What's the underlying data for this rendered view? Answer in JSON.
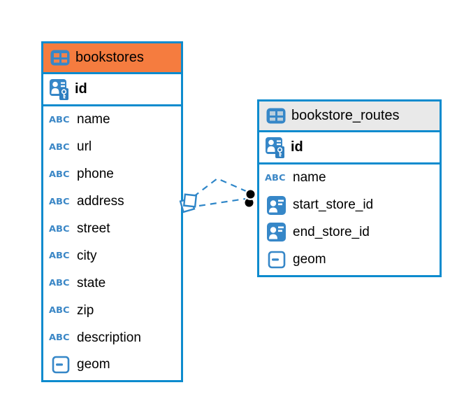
{
  "diagram_type": "database-er-diagram",
  "colors": {
    "table_border_blue": "#0d8bce",
    "bookstores_header_orange": "#f57c3f",
    "routes_header_gray": "#e9e9e9",
    "icon_blue": "#3687c8",
    "relation_line_blue": "#2e86c8",
    "relation_dot_black": "#000000",
    "text": "#000000"
  },
  "icons": {
    "table": "table-icon",
    "primary_key": "id-key-icon",
    "text_column": "abc-icon",
    "text_label": "ABC",
    "reference_column": "person-card-icon",
    "object_column": "object-icon"
  },
  "tables": [
    {
      "name": "bookstores",
      "pk": {
        "name": "id"
      },
      "columns": [
        {
          "name": "name"
        },
        {
          "name": "url"
        },
        {
          "name": "phone"
        },
        {
          "name": "address"
        },
        {
          "name": "street"
        },
        {
          "name": "city"
        },
        {
          "name": "state"
        },
        {
          "name": "zip"
        },
        {
          "name": "description"
        },
        {
          "name": "geom"
        }
      ]
    },
    {
      "name": "bookstore_routes",
      "pk": {
        "name": "id"
      },
      "columns": [
        {
          "name": "name"
        },
        {
          "name": "start_store_id"
        },
        {
          "name": "end_store_id"
        },
        {
          "name": "geom"
        }
      ]
    }
  ],
  "relationships": [
    {
      "from": "bookstore_routes",
      "to": "bookstores",
      "style": "dashed",
      "count": 2
    }
  ]
}
